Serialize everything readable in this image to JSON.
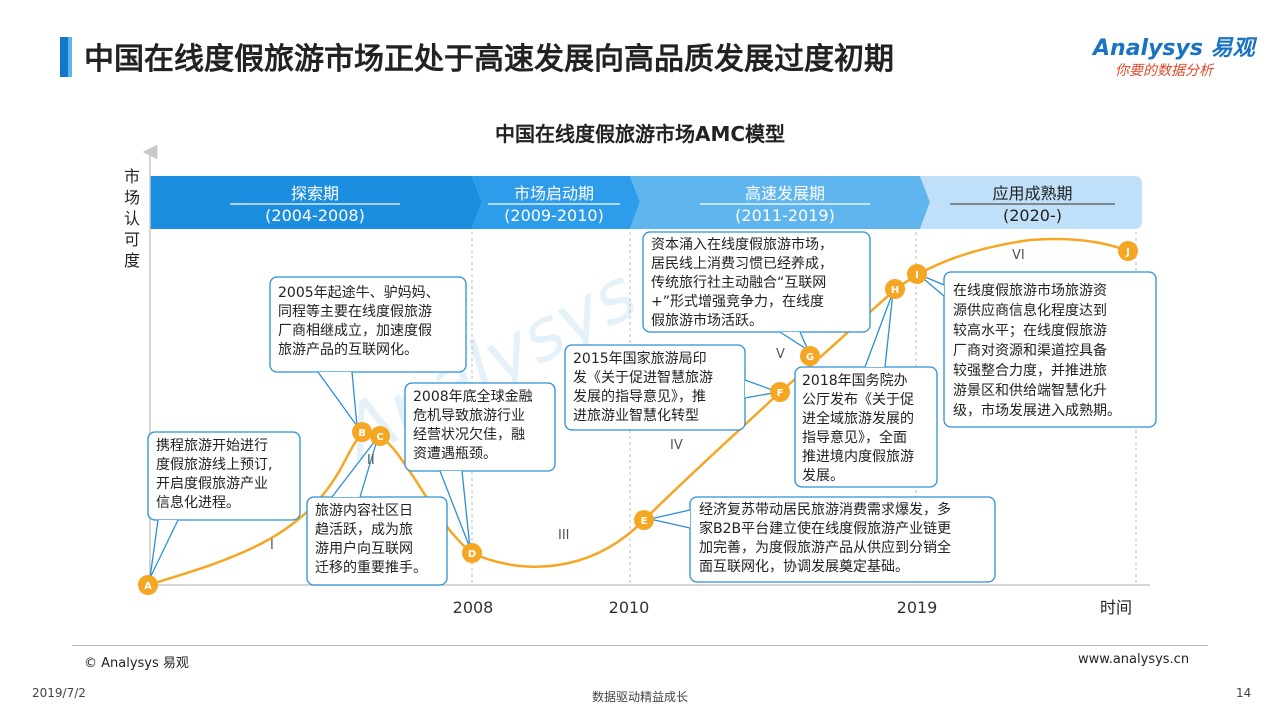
{
  "header": {
    "title": "中国在线度假旅游市场正处于高速发展向高品质发展过度初期",
    "logo_main": "Analysys 易观",
    "logo_sub": "你要的数据分析"
  },
  "diagram": {
    "title": "中国在线度假旅游市场AMC模型",
    "y_axis_label": "市场认可度",
    "x_axis_label": "时间",
    "x_ticks": [
      "2008",
      "2010",
      "2019"
    ],
    "phases": [
      {
        "name": "探索期",
        "years": "(2004-2008)"
      },
      {
        "name": "市场启动期",
        "years": "(2009-2010)"
      },
      {
        "name": "高速发展期",
        "years": "(2011-2019)"
      },
      {
        "name": "应用成熟期",
        "years": "(2020-)"
      }
    ],
    "segments": [
      "I",
      "II",
      "III",
      "IV",
      "V",
      "VI"
    ],
    "markers": [
      "A",
      "B",
      "C",
      "D",
      "E",
      "F",
      "G",
      "H",
      "I",
      "J"
    ],
    "callouts": [
      {
        "id": "A",
        "lines": [
          "携程旅游开始进行",
          "度假旅游线上预订,",
          "开启度假旅游产业",
          "信息化进程。"
        ]
      },
      {
        "id": "B",
        "lines": [
          "2005年起途牛、驴妈妈、",
          "同程等主要在线度假旅游",
          "厂商相继成立，加速度假",
          "旅游产品的互联网化。"
        ]
      },
      {
        "id": "C",
        "lines": [
          "旅游内容社区日",
          "趋活跃，成为旅",
          "游用户向互联网",
          "迁移的重要推手。"
        ]
      },
      {
        "id": "D",
        "lines": [
          "2008年底全球金融",
          "危机导致旅游行业",
          "经营状况欠佳，融",
          "资遭遇瓶颈。"
        ]
      },
      {
        "id": "E",
        "lines": [
          "经济复苏带动居民旅游消费需求爆发，多",
          "家B2B平台建立使在线度假旅游产业链更",
          "加完善，为度假旅游产品从供应到分销全",
          "面互联网化，协调发展奠定基础。"
        ]
      },
      {
        "id": "F",
        "lines": [
          "2015年国家旅游局印",
          "发《关于促进智慧旅游",
          "发展的指导意见》，推",
          "进旅游业智慧化转型"
        ]
      },
      {
        "id": "G",
        "lines": [
          "资本涌入在线度假旅游市场，",
          "居民线上消费习惯已经养成，",
          "传统旅行社主动融合“互联网",
          "+”形式增强竞争力，在线度",
          "假旅游市场活跃。"
        ]
      },
      {
        "id": "H",
        "lines": [
          "2018年国务院办",
          "公厅发布《关于促",
          "进全域旅游发展的",
          "指导意见》，全面",
          "推进境内度假旅游",
          "发展。"
        ]
      },
      {
        "id": "I",
        "lines": [
          "在线度假旅游市场旅游资",
          "源供应商信息化程度达到",
          "较高水平；在线度假旅游",
          "厂商对资源和渠道控具备",
          "较强整合力度，并推进旅",
          "游景区和供给端智慧化升",
          "级，市场发展进入成熟期。"
        ]
      }
    ]
  },
  "colors": {
    "curve": "#f5a623",
    "marker": "#f5a623",
    "callout_border": "#2c8fd6",
    "phase_1": "#1c8ee0",
    "phase_2": "#2d9cea",
    "phase_3": "#5fb6ef",
    "phase_4": "#bfe0f8",
    "accent": "#1478c8"
  },
  "footer": {
    "copyright": "© Analysys 易观",
    "website": "www.analysys.cn",
    "date": "2019/7/2",
    "slogan": "数据驱动精益成长",
    "page_number": "14"
  }
}
